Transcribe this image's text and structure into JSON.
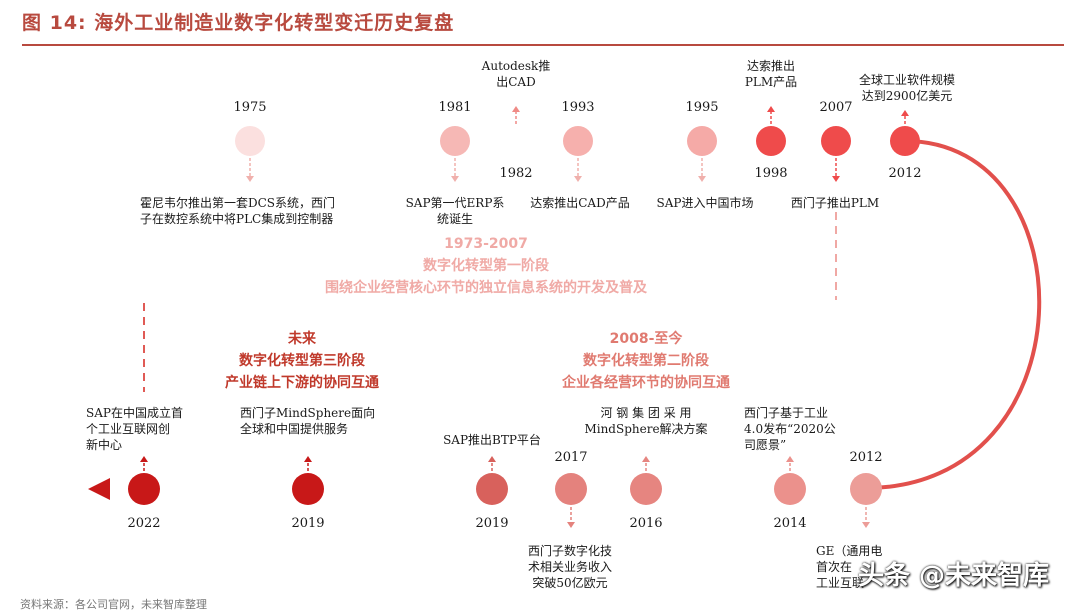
{
  "title": "图 14: 海外工业制造业数字化转型变迁历史复盘",
  "colors": {
    "title": "#b84a3f",
    "stage1": "#f0aaa6",
    "stage2": "#e07a70",
    "stage3": "#c0392b",
    "arrow_top_start": "#f7c8c5",
    "arrow_top_end": "#ef4b4b",
    "arrow_bottom_start": "#f2a8a4",
    "arrow_bottom_end": "#c81818"
  },
  "top_years": [
    "1975",
    "1981",
    "1982",
    "1993",
    "1995",
    "1998",
    "2007",
    "2012"
  ],
  "top_events": {
    "e1975": [
      "霍尼韦尔推出第一套DCS系统，西门",
      "子在数控系统中将PLC集成到控制器"
    ],
    "e1981": [
      "SAP第一代ERP系",
      "统诞生"
    ],
    "e1982": [
      "Autodesk推",
      "出CAD"
    ],
    "e1993": [
      "达索推出CAD产品"
    ],
    "e1995": [
      "SAP进入中国市场"
    ],
    "e1998": [
      "达索推出",
      "PLM产品"
    ],
    "e2007": [
      "西门子推出PLM"
    ],
    "e2012": [
      "全球工业软件规模",
      "达到2900亿美元"
    ]
  },
  "stage1": {
    "period": "1973-2007",
    "name": "数字化转型第一阶段",
    "desc": "围绕企业经营核心环节的独立信息系统的开发及普及"
  },
  "stage2": {
    "period": "2008-至今",
    "name": "数字化转型第二阶段",
    "desc": "企业各经营环节的协同互通"
  },
  "stage3": {
    "period": "未来",
    "name": "数字化转型第三阶段",
    "desc": "产业链上下游的协同互通"
  },
  "bottom_years": [
    "2022",
    "2019",
    "2019",
    "2017",
    "2016",
    "2014",
    "2012"
  ],
  "bottom_events": {
    "e2022": [
      "SAP在中国成立首",
      "个工业互联网创",
      "新中心"
    ],
    "e2019a": [
      "西门子MindSphere面向",
      "全球和中国提供服务"
    ],
    "e2019b": [
      "SAP推出BTP平台"
    ],
    "e2017": [
      "西门子数字化技",
      "术相关业务收入",
      "突破50亿欧元"
    ],
    "e2016": [
      "河 钢 集 团 采 用",
      "MindSphere解决方案"
    ],
    "e2014": [
      "西门子基于工业",
      "4.0发布“2020公",
      "司愿景”"
    ],
    "e2012": [
      "GE（通用电",
      "首次在",
      "工业互联"
    ]
  },
  "watermark": "头条 @未来智库",
  "footer_cut": "资料来源：各公司官网，未来智库整理"
}
